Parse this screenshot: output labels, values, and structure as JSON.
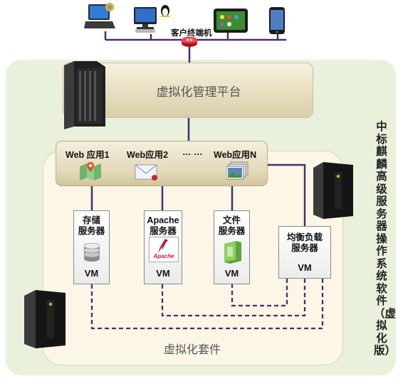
{
  "client": {
    "label": "客户终端机"
  },
  "management": {
    "label": "虚拟化管理平台"
  },
  "apps": [
    {
      "label": "Web 应用1"
    },
    {
      "label": "Web应用2"
    },
    {
      "label": "… …"
    },
    {
      "label": "Web应用N"
    }
  ],
  "vms": [
    {
      "title_line1": "存储",
      "title_line2": "服务器",
      "vm": "VM"
    },
    {
      "title_line1": "Apache",
      "title_line2": "服务器",
      "vm": "VM",
      "logo_text": "Apache"
    },
    {
      "title_line1": "文件",
      "title_line2": "服务器",
      "vm": "VM"
    },
    {
      "title_line1": "均衡负载",
      "title_line2": "服务器",
      "vm": "VM"
    }
  ],
  "suite": {
    "label": "虚拟化套件"
  },
  "side": {
    "label": "中标麒麟高级服务器操作系统软件（虚拟化版）"
  },
  "colors": {
    "connector": "#4a2d6e",
    "dashed": "#4a2d6e",
    "router": "#d9242b"
  }
}
